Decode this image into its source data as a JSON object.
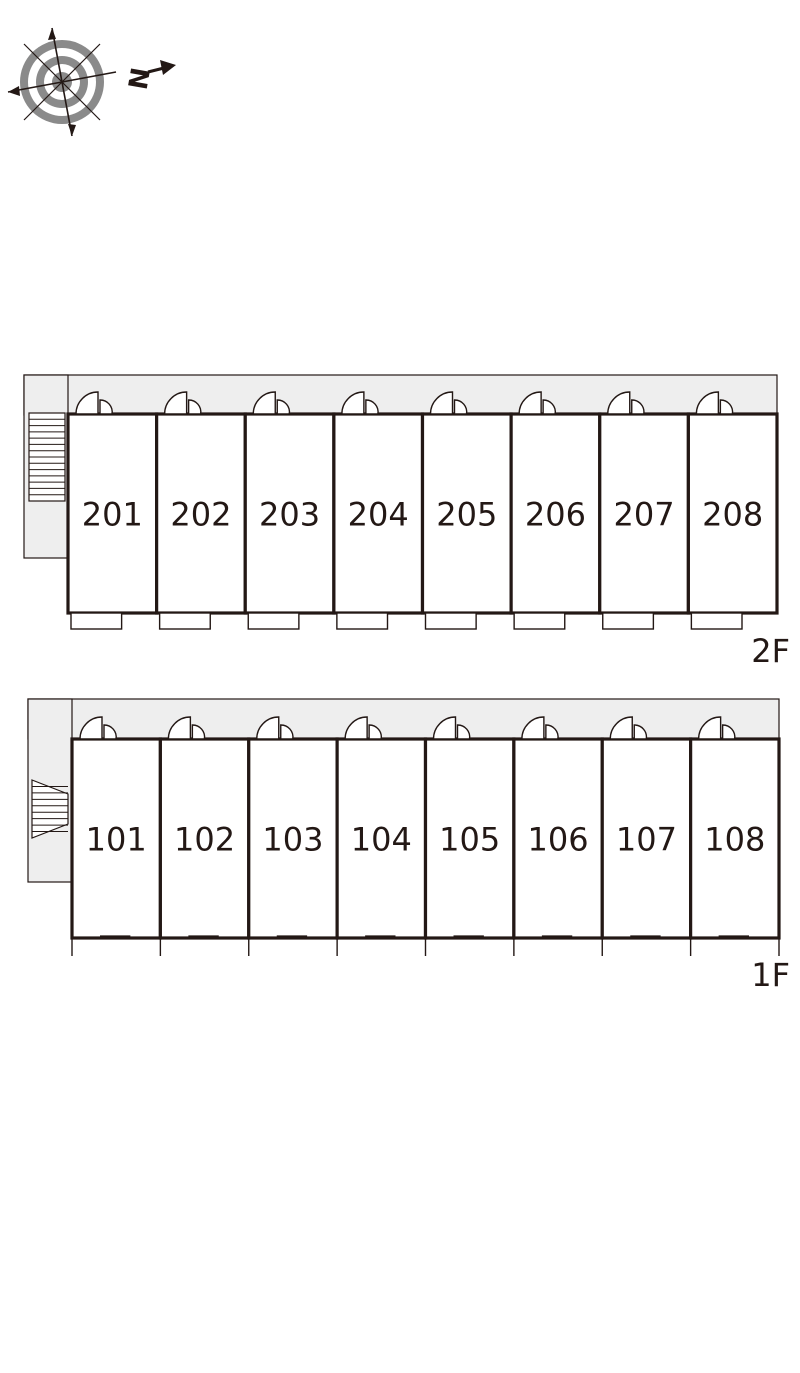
{
  "compass": {
    "icon": "compass-rose-icon",
    "north_label": "N"
  },
  "floors": [
    {
      "label": "2F",
      "units": [
        "201",
        "202",
        "203",
        "204",
        "205",
        "206",
        "207",
        "208"
      ]
    },
    {
      "label": "1F",
      "units": [
        "101",
        "102",
        "103",
        "104",
        "105",
        "106",
        "107",
        "108"
      ]
    }
  ],
  "colors": {
    "line": "#231815",
    "corridor": "#eeeeee",
    "stairs": "#ffffff"
  }
}
